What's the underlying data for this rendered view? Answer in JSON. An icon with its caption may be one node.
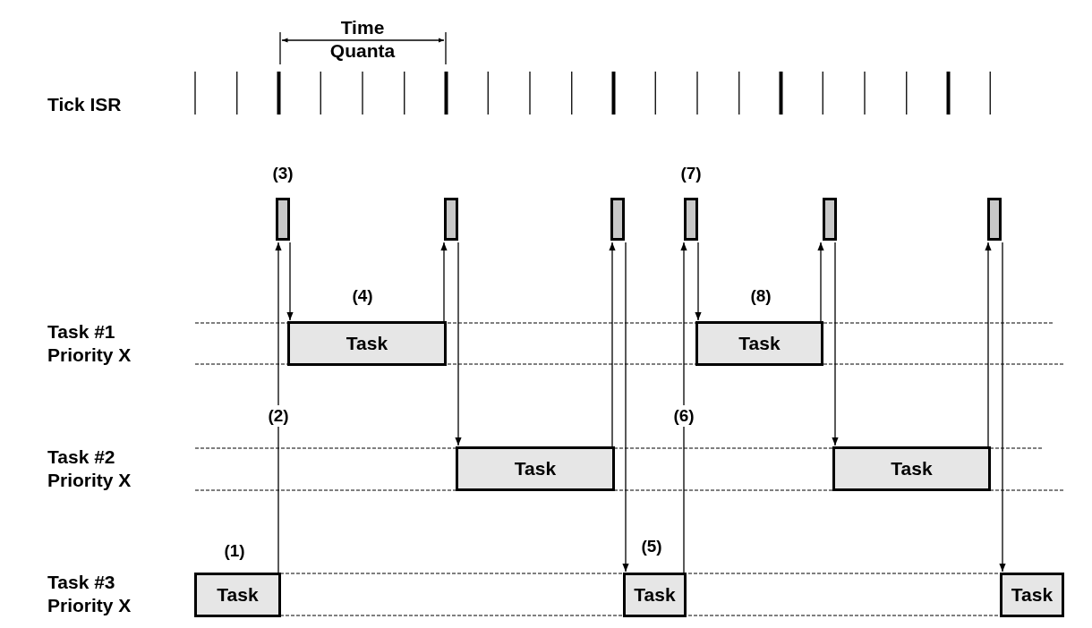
{
  "diagram": {
    "nodes": [
      {
        "text": [],
        "shape": "bar",
        "beside": [
          "(3)"
        ]
      },
      {
        "text": [],
        "shape": "bar"
      },
      {
        "text": [],
        "shape": "bar"
      },
      {
        "text": [],
        "shape": "bar",
        "beside": [
          "(7)"
        ]
      },
      {
        "text": [],
        "shape": "bar"
      },
      {
        "text": [],
        "shape": "bar"
      },
      {
        "text": [
          "Task"
        ],
        "beside": [
          "(4)"
        ]
      },
      {
        "text": [
          "Task"
        ],
        "beside": [
          "(8)"
        ]
      },
      {
        "text": [
          "Task"
        ]
      },
      {
        "text": [
          "Task"
        ]
      },
      {
        "text": [
          "Task"
        ],
        "beside": [
          "(1)"
        ]
      },
      {
        "text": [
          "Task"
        ],
        "beside": [
          "(5)"
        ]
      },
      {
        "text": [
          "Task"
        ]
      }
    ],
    "edges": [
      {
        "from": 10,
        "to": 0,
        "arrow": "to",
        "label": "(2)"
      },
      {
        "from": 0,
        "to": 6,
        "arrow": "to"
      },
      {
        "from": 6,
        "to": 1,
        "arrow": "to"
      },
      {
        "from": 1,
        "to": 8,
        "arrow": "to"
      },
      {
        "from": 8,
        "to": 2,
        "arrow": "to"
      },
      {
        "from": 2,
        "to": 11,
        "arrow": "to"
      },
      {
        "from": 11,
        "to": 3,
        "arrow": "to",
        "label": "(6)"
      },
      {
        "from": 3,
        "to": 7,
        "arrow": "to"
      },
      {
        "from": 7,
        "to": 4,
        "arrow": "to"
      },
      {
        "from": 4,
        "to": 9,
        "arrow": "to"
      },
      {
        "from": 9,
        "to": 5,
        "arrow": "to"
      },
      {
        "from": 5,
        "to": 12,
        "arrow": "to"
      }
    ],
    "labels": [
      "Time Quanta",
      "Tick ISR",
      "Task #1 Priority X",
      "Task #2 Priority X",
      "Task #3 Priority X"
    ]
  }
}
